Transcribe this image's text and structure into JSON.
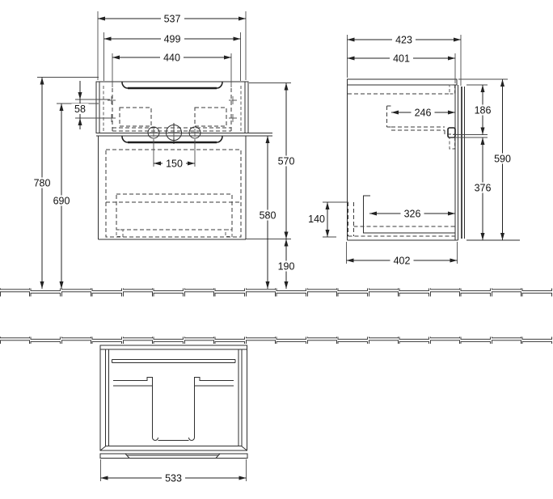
{
  "drawing": {
    "kind": "furniture technical drawing",
    "views": {
      "front": "front view",
      "side": "side view",
      "top": "plan view"
    },
    "line_color": "#2e2e2e",
    "background": "#ffffff"
  },
  "dimensions_mm": {
    "front_view": {
      "overall_width": "537",
      "mounting_width": "499",
      "basin_bowl_width": "440",
      "fixing_hole_vertical_spacing": "58",
      "outer_tap_hole_spacing": "150",
      "overall_height": "780",
      "mounting_height": "690",
      "unit_height": "570",
      "underside_height": "580",
      "floor_clearance": "190"
    },
    "side_view": {
      "overall_depth": "423",
      "body_depth": "401",
      "drawer_inner_depth": "246",
      "upper_section_height": "186",
      "overall_height": "590",
      "lower_section_height": "376",
      "siphon_cutout_height": "140",
      "siphon_cutout_depth": "326",
      "bottom_depth": "402"
    },
    "top_view": {
      "body_width": "533"
    }
  }
}
